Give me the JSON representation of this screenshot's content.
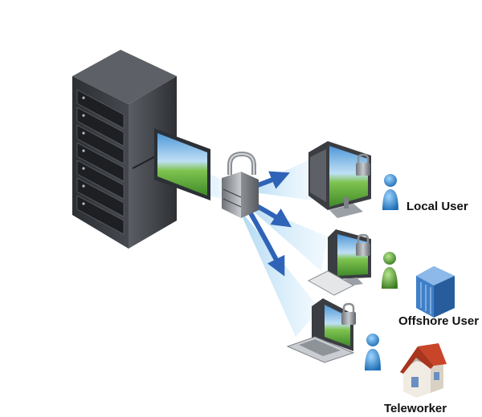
{
  "labels": {
    "local_user": "Local User",
    "offshore_user": "Offshore User",
    "teleworker": "Teleworker"
  },
  "icons": {
    "server": "server-rack-icon",
    "lock": "padlock-icon",
    "desktop": "desktop-computer-icon",
    "laptop": "laptop-icon",
    "user": "user-figure-icon",
    "office": "office-building-icon",
    "home": "house-icon"
  },
  "colors": {
    "server_body": "#3a3d42",
    "beam": "#a9d6f2",
    "arrow": "#2f63b8",
    "user_blue": "#2f8fd8",
    "user_green": "#5aa83a",
    "building": "#3f7fc9",
    "roof": "#c8452a",
    "label_text": "#111111"
  }
}
